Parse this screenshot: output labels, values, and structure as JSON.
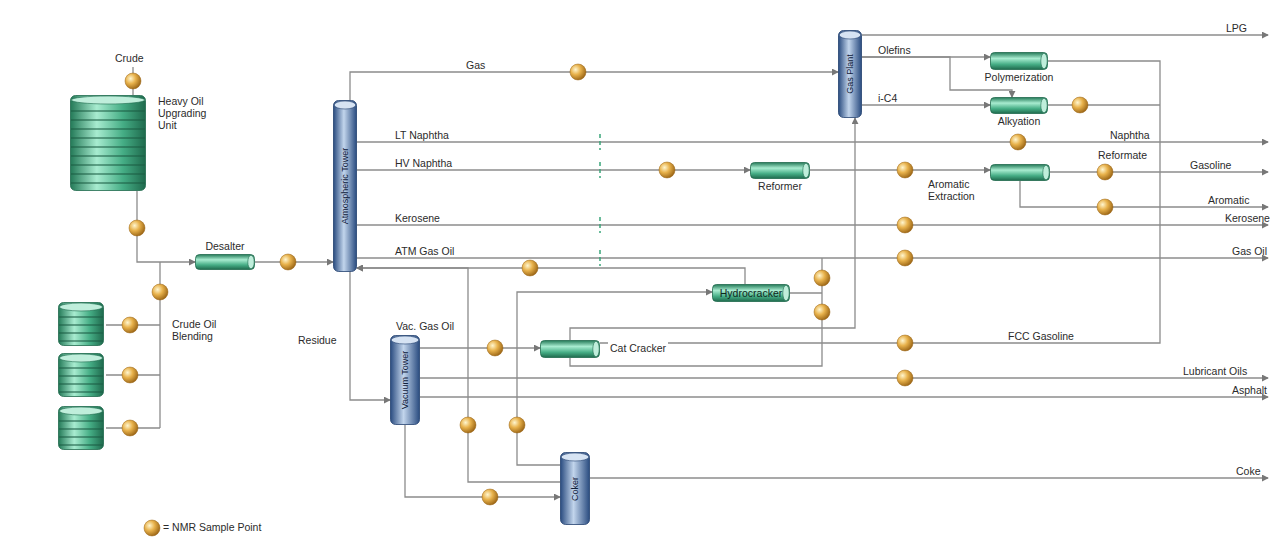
{
  "diagram": {
    "nodes": [
      {
        "text": [
          "Heavy Oil Upgrading Unit"
        ]
      },
      {
        "text": [
          "Desalter"
        ]
      },
      {
        "text": [
          "Atmospheric Tower"
        ]
      },
      {
        "text": [
          "Gas Plant"
        ]
      },
      {
        "text": [
          "Polymerization"
        ]
      },
      {
        "text": [
          "Alkyation"
        ]
      },
      {
        "text": [
          "Reformer"
        ]
      },
      {
        "text": [
          "Aromatic Extraction"
        ]
      },
      {
        "text": [
          "Hydrocracker"
        ]
      },
      {
        "text": [
          "Cat Cracker"
        ]
      },
      {
        "text": [
          "Vacuum Tower"
        ]
      },
      {
        "text": [
          "Coker"
        ]
      }
    ],
    "edges": [
      {
        "from": 0,
        "to": 1,
        "arrow": "to"
      },
      {
        "from": 1,
        "to": 2,
        "arrow": "to"
      },
      {
        "from": 2,
        "to": 3,
        "label": "Gas",
        "arrow": "to"
      },
      {
        "from": 2,
        "to": 6,
        "label": "HV Naphtha",
        "arrow": "to"
      },
      {
        "from": 2,
        "to": 10,
        "label": "Residue",
        "arrow": "to"
      },
      {
        "from": 3,
        "to": 4,
        "label": "Olefins",
        "arrow": "to"
      },
      {
        "from": 3,
        "to": 5,
        "arrow": "to"
      },
      {
        "from": 3,
        "to": 5,
        "label": "i-C4",
        "arrow": "to"
      },
      {
        "from": 6,
        "to": 7,
        "arrow": "to"
      },
      {
        "from": 10,
        "to": 9,
        "label": "Vac. Gas Oil",
        "arrow": "to"
      },
      {
        "from": 9,
        "to": 3,
        "arrow": "to"
      },
      {
        "from": 10,
        "to": 11,
        "arrow": "to"
      },
      {
        "from": 11,
        "to": 8,
        "arrow": "to"
      },
      {
        "from": 8,
        "to": 2,
        "arrow": "to"
      },
      {
        "from": 11,
        "to": 2,
        "arrow": "to"
      }
    ],
    "labels": [
      "Crude",
      "LT Naphtha",
      "Kerosene",
      "ATM Gas Oil",
      "Crude Oil Blending",
      "LPG",
      "Naphtha",
      "Reformate",
      "Gasoline",
      "Aromatic",
      "Kerosene",
      "Gas Oil",
      "FCC Gasoline",
      "Lubricant Oils",
      "Asphalt",
      "Coke"
    ],
    "legend": [
      {
        "text": "= NMR Sample Point"
      }
    ]
  }
}
